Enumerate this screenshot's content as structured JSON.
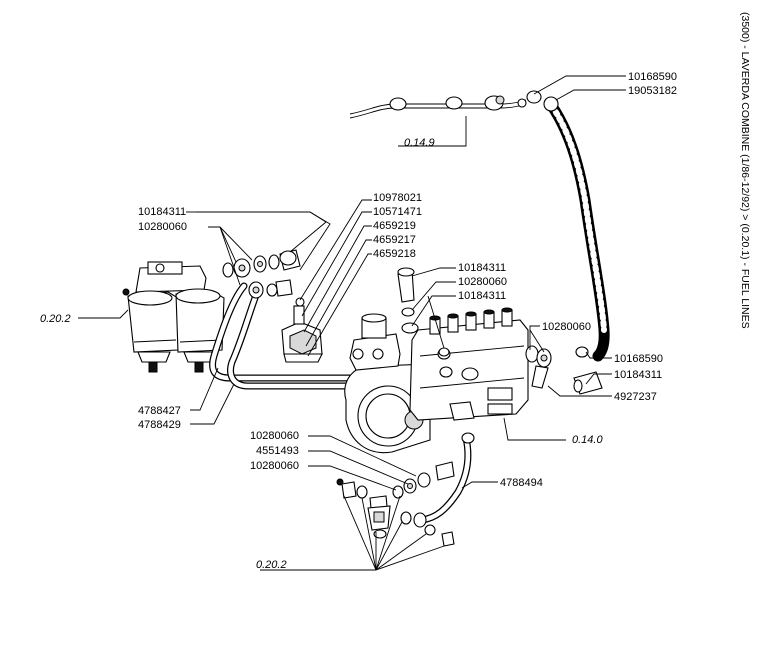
{
  "side_title": "(3500) - LAVERDA COMBINE (1/86-12/92) > (0.20.1) - FUEL LINES",
  "refs": {
    "top_hose": "0.14.9",
    "filter": "0.20.2",
    "pump": "0.14.0",
    "bottom": "0.20.2"
  },
  "labels": {
    "top_right": [
      "10168590",
      "19053182"
    ],
    "center": [
      "10978021",
      "10571471",
      "4659219",
      "4659217",
      "4659218"
    ],
    "filter_top": [
      "10184311",
      "10280060"
    ],
    "pump_top": [
      "10184311",
      "10280060",
      "10184311"
    ],
    "pump_right_top": "10280060",
    "pump_right": [
      "10168590",
      "10184311",
      "4927237"
    ],
    "pipes_left": [
      "4788427",
      "4788429"
    ],
    "bottom": [
      "10280060",
      "4551493",
      "10280060"
    ],
    "bottom_pipe": "4788494"
  }
}
